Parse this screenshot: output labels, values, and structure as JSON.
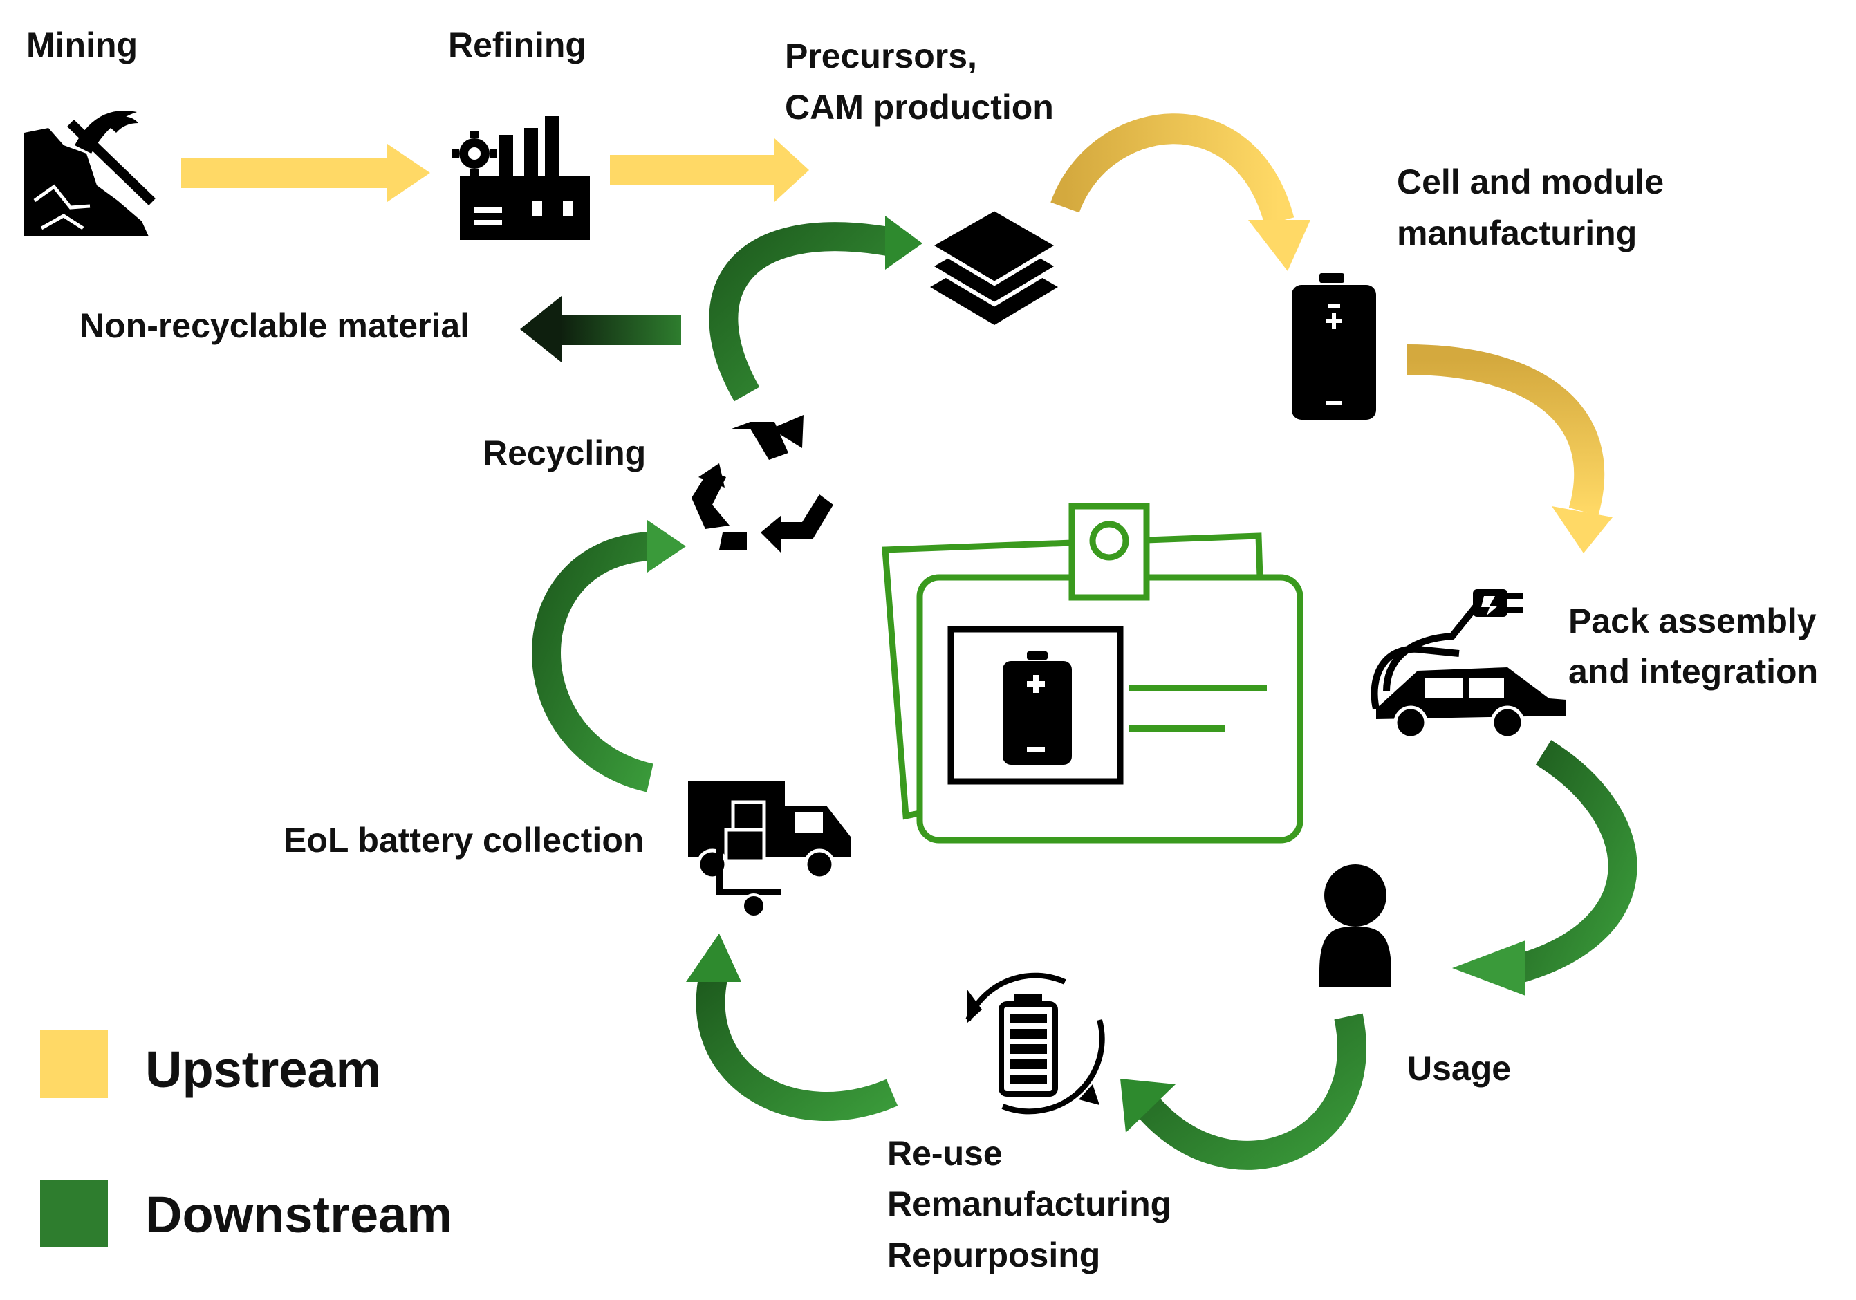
{
  "stages": {
    "mining": "Mining",
    "refining": "Refining",
    "precursors": [
      "Precursors,",
      "CAM production"
    ],
    "cell_module": [
      "Cell and module",
      "manufacturing"
    ],
    "pack": [
      "Pack assembly",
      "and integration"
    ],
    "usage": "Usage",
    "reuse": [
      "Re-use",
      "Remanufacturing",
      "Repurposing"
    ],
    "eol": "EoL battery collection",
    "recycling": "Recycling",
    "non_recyclable": "Non-recyclable material"
  },
  "legend": {
    "upstream": "Upstream",
    "downstream": "Downstream"
  },
  "colors": {
    "upstream": "#FFD966",
    "upstream_dark": "#D4A93E",
    "downstream": "#2E7D2E",
    "downstream_dark": "#1E5C1E",
    "passport": "#3A9A1E",
    "icon": "#000000"
  }
}
